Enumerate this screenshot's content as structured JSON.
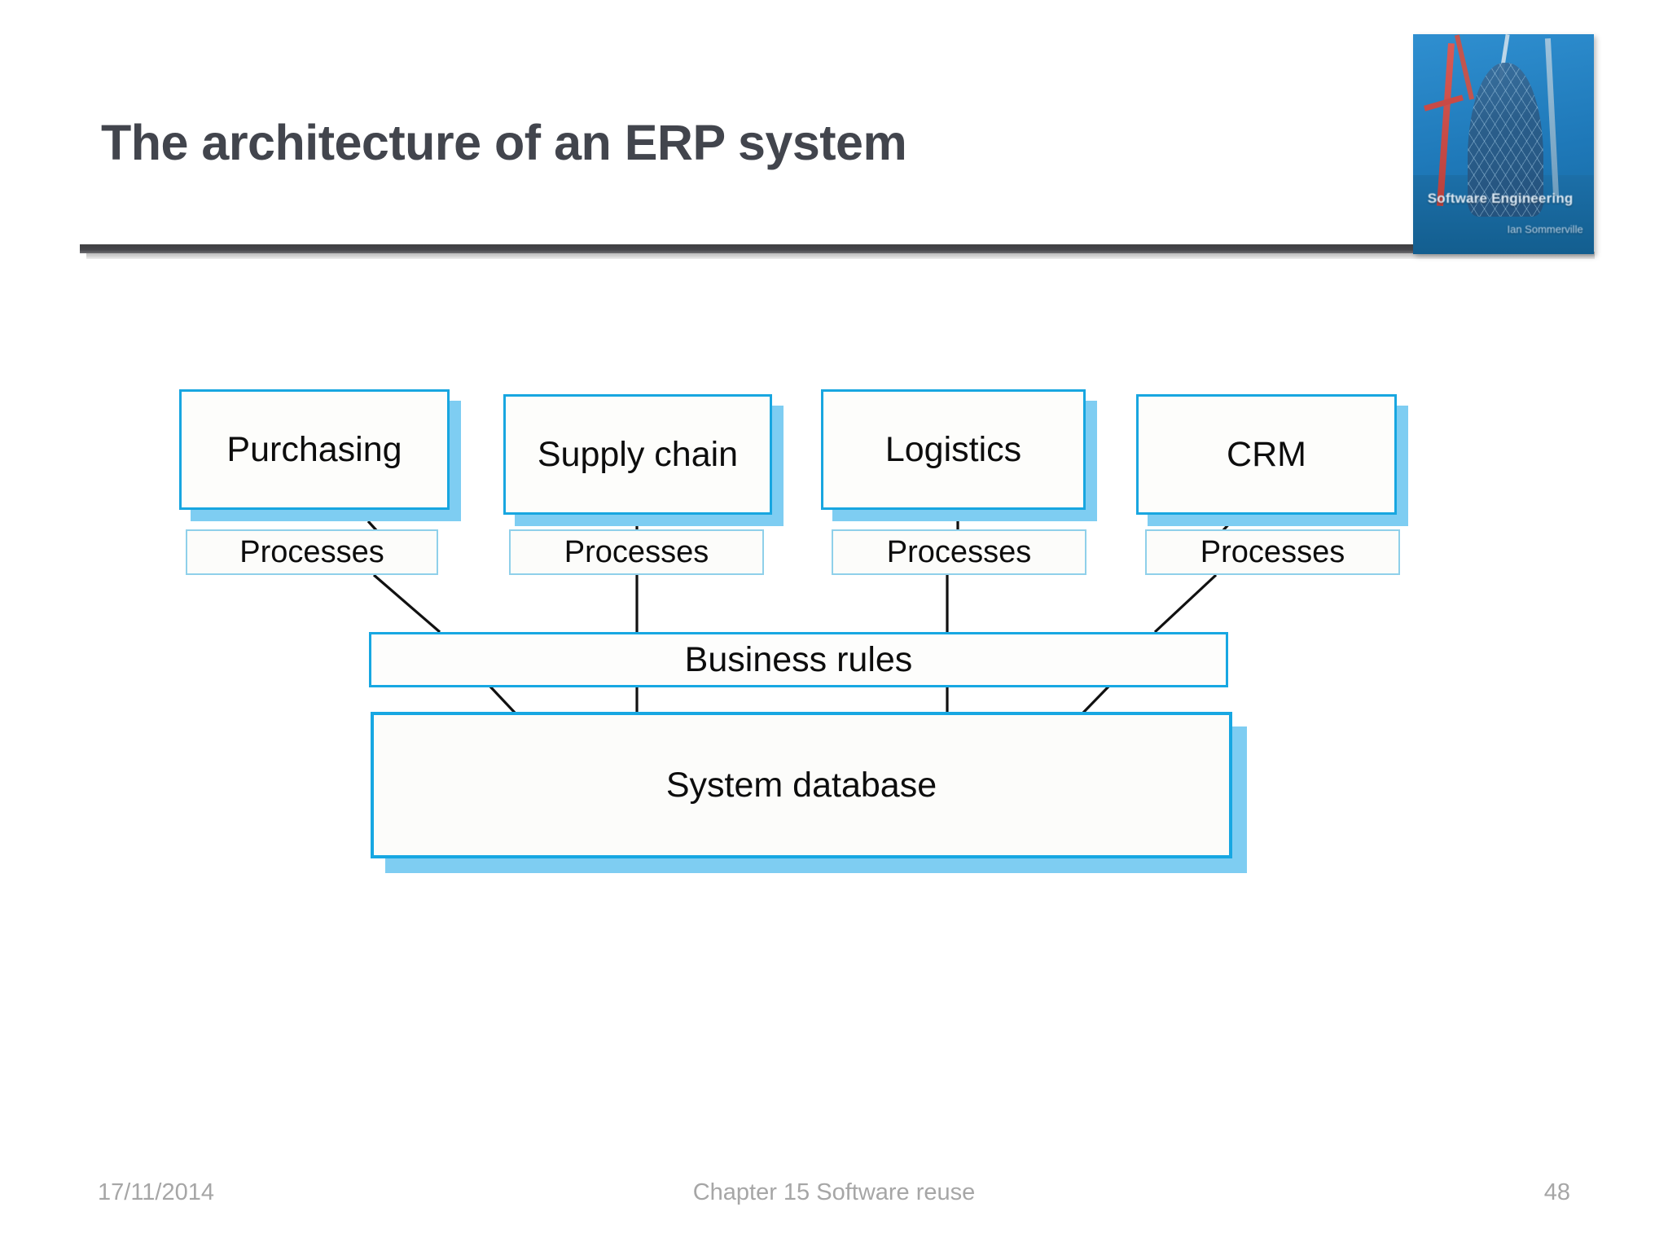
{
  "slide": {
    "title": "The architecture of an ERP system",
    "accent_color": "#18a6e0",
    "shadow_color": "#7ecdf2",
    "title_color": "#42454d",
    "footer_color": "#a6a6a6"
  },
  "book_cover": {
    "title": "Software Engineering",
    "author": "Ian Sommerville",
    "icon": "book-cover-image"
  },
  "diagram": {
    "modules": [
      {
        "label": "Purchasing",
        "process_label": "Processes"
      },
      {
        "label": "Supply chain",
        "process_label": "Processes"
      },
      {
        "label": "Logistics",
        "process_label": "Processes"
      },
      {
        "label": "CRM",
        "process_label": "Processes"
      }
    ],
    "business_rules": {
      "label": "Business rules"
    },
    "system_database": {
      "label": "System database"
    }
  },
  "footer": {
    "date": "17/11/2014",
    "center": "Chapter 15 Software reuse",
    "page": "48"
  }
}
